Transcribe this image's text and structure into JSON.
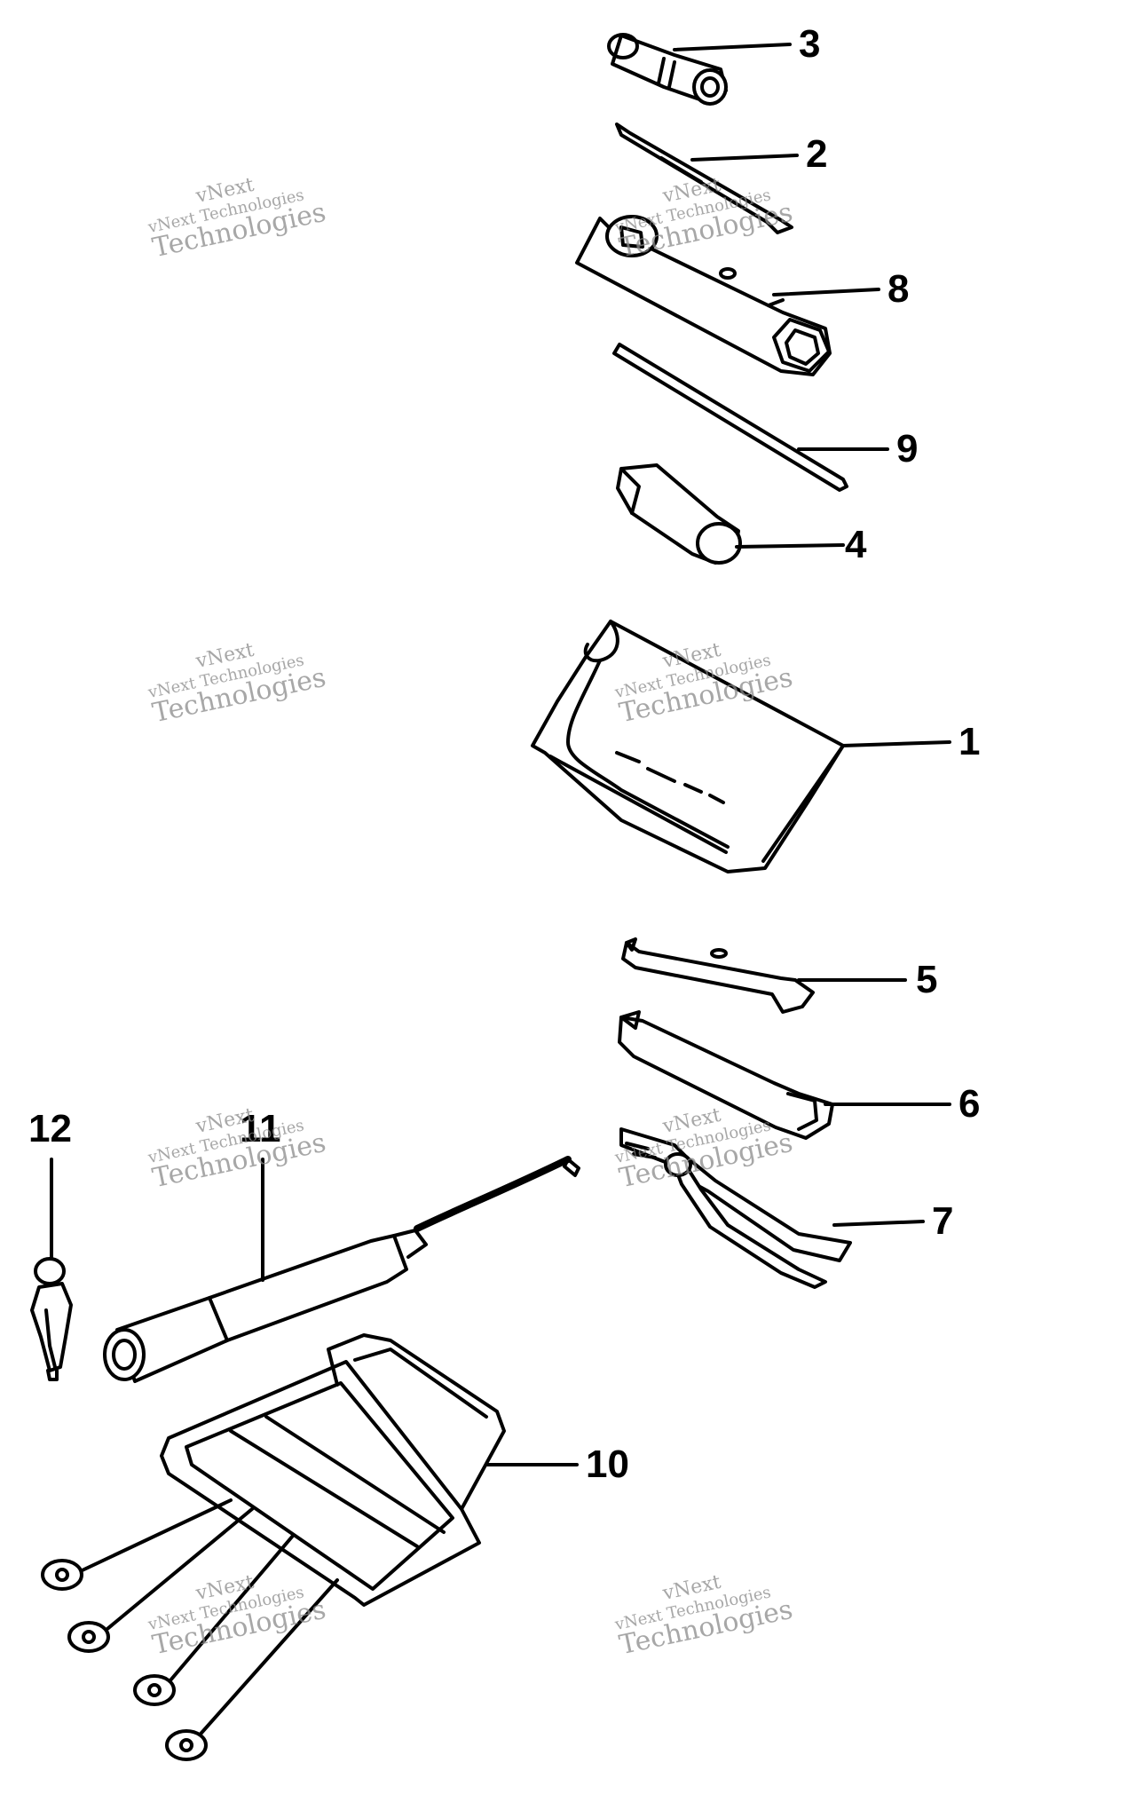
{
  "parts": [
    {
      "id": "p3",
      "number": "3"
    },
    {
      "id": "p2",
      "number": "2"
    },
    {
      "id": "p8",
      "number": "8"
    },
    {
      "id": "p9",
      "number": "9"
    },
    {
      "id": "p4",
      "number": "4"
    },
    {
      "id": "p1",
      "number": "1"
    },
    {
      "id": "p5",
      "number": "5"
    },
    {
      "id": "p6",
      "number": "6"
    },
    {
      "id": "p7",
      "number": "7"
    },
    {
      "id": "p12",
      "number": "12"
    },
    {
      "id": "p11",
      "number": "11"
    },
    {
      "id": "p10",
      "number": "10"
    }
  ],
  "watermark": {
    "line1": "vNext",
    "line2": "vNext Technologies",
    "line3": "Technologies"
  },
  "colors": {
    "ink": "#000000",
    "watermark": "#8a8a8a",
    "background": "#ffffff"
  }
}
